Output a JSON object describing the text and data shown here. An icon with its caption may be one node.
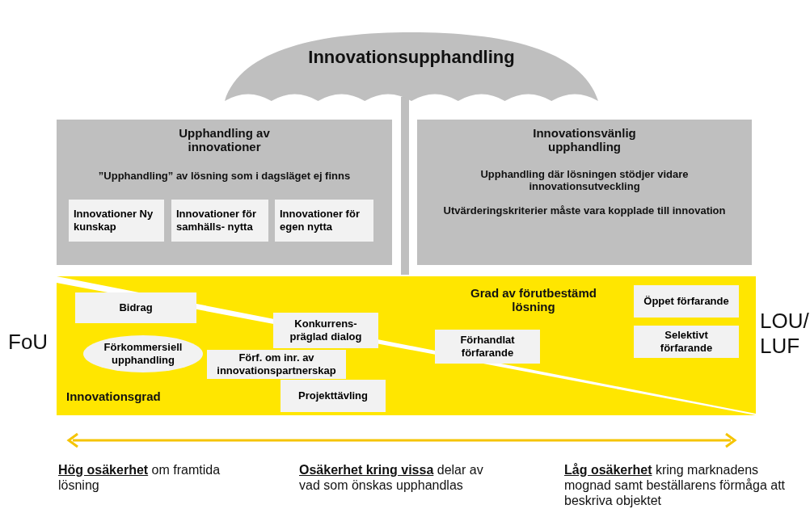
{
  "diagram": {
    "nodes": [
      {
        "text": [
          "Innovationsupphandling"
        ]
      },
      {
        "text": [
          "Upphandling av innovationer",
          "”Upphandling” av lösning som i dagsläget ej finns"
        ]
      },
      {
        "text": [
          "Innovationer Ny kunskap"
        ],
        "in": 1
      },
      {
        "text": [
          "Innovationer för samhälls- nytta"
        ],
        "in": 1
      },
      {
        "text": [
          "Innovationer för egen nytta"
        ],
        "in": 1
      },
      {
        "text": [
          "Innovationsvänlig upphandling",
          "Upphandling där lösningen stödjer vidare innovationsutveckling",
          "Utvärderingskriterier måste vara kopplade till innovation"
        ]
      },
      {
        "text": [
          "Grad av förutbestämd lösning",
          "Innovationsgrad"
        ]
      },
      {
        "text": [
          "Bidrag"
        ],
        "in": 6
      },
      {
        "text": [
          "Förkommersiell upphandling"
        ],
        "in": 6
      },
      {
        "text": [
          "Konkurrens- präglad dialog"
        ],
        "in": 6
      },
      {
        "text": [
          "Förf. om inr. av innovationspartnerskap"
        ],
        "in": 6
      },
      {
        "text": [
          "Projekttävling"
        ],
        "in": 6
      },
      {
        "text": [
          "Förhandlat förfarande"
        ],
        "in": 6
      },
      {
        "text": [
          "Öppet förfarande"
        ],
        "in": 6
      },
      {
        "text": [
          "Selektivt förfarande"
        ],
        "in": 6
      }
    ],
    "edges": [],
    "labels": [
      "FoU",
      "LOU/ LUF",
      "**Hög osäkerhet** om framtida lösning",
      "**Osäkerhet kring vissa** delar av vad som önskas upphandlas",
      "**Låg osäkerhet** kring marknadens mognad samt beställarens förmåga att beskriva objektet"
    ]
  }
}
